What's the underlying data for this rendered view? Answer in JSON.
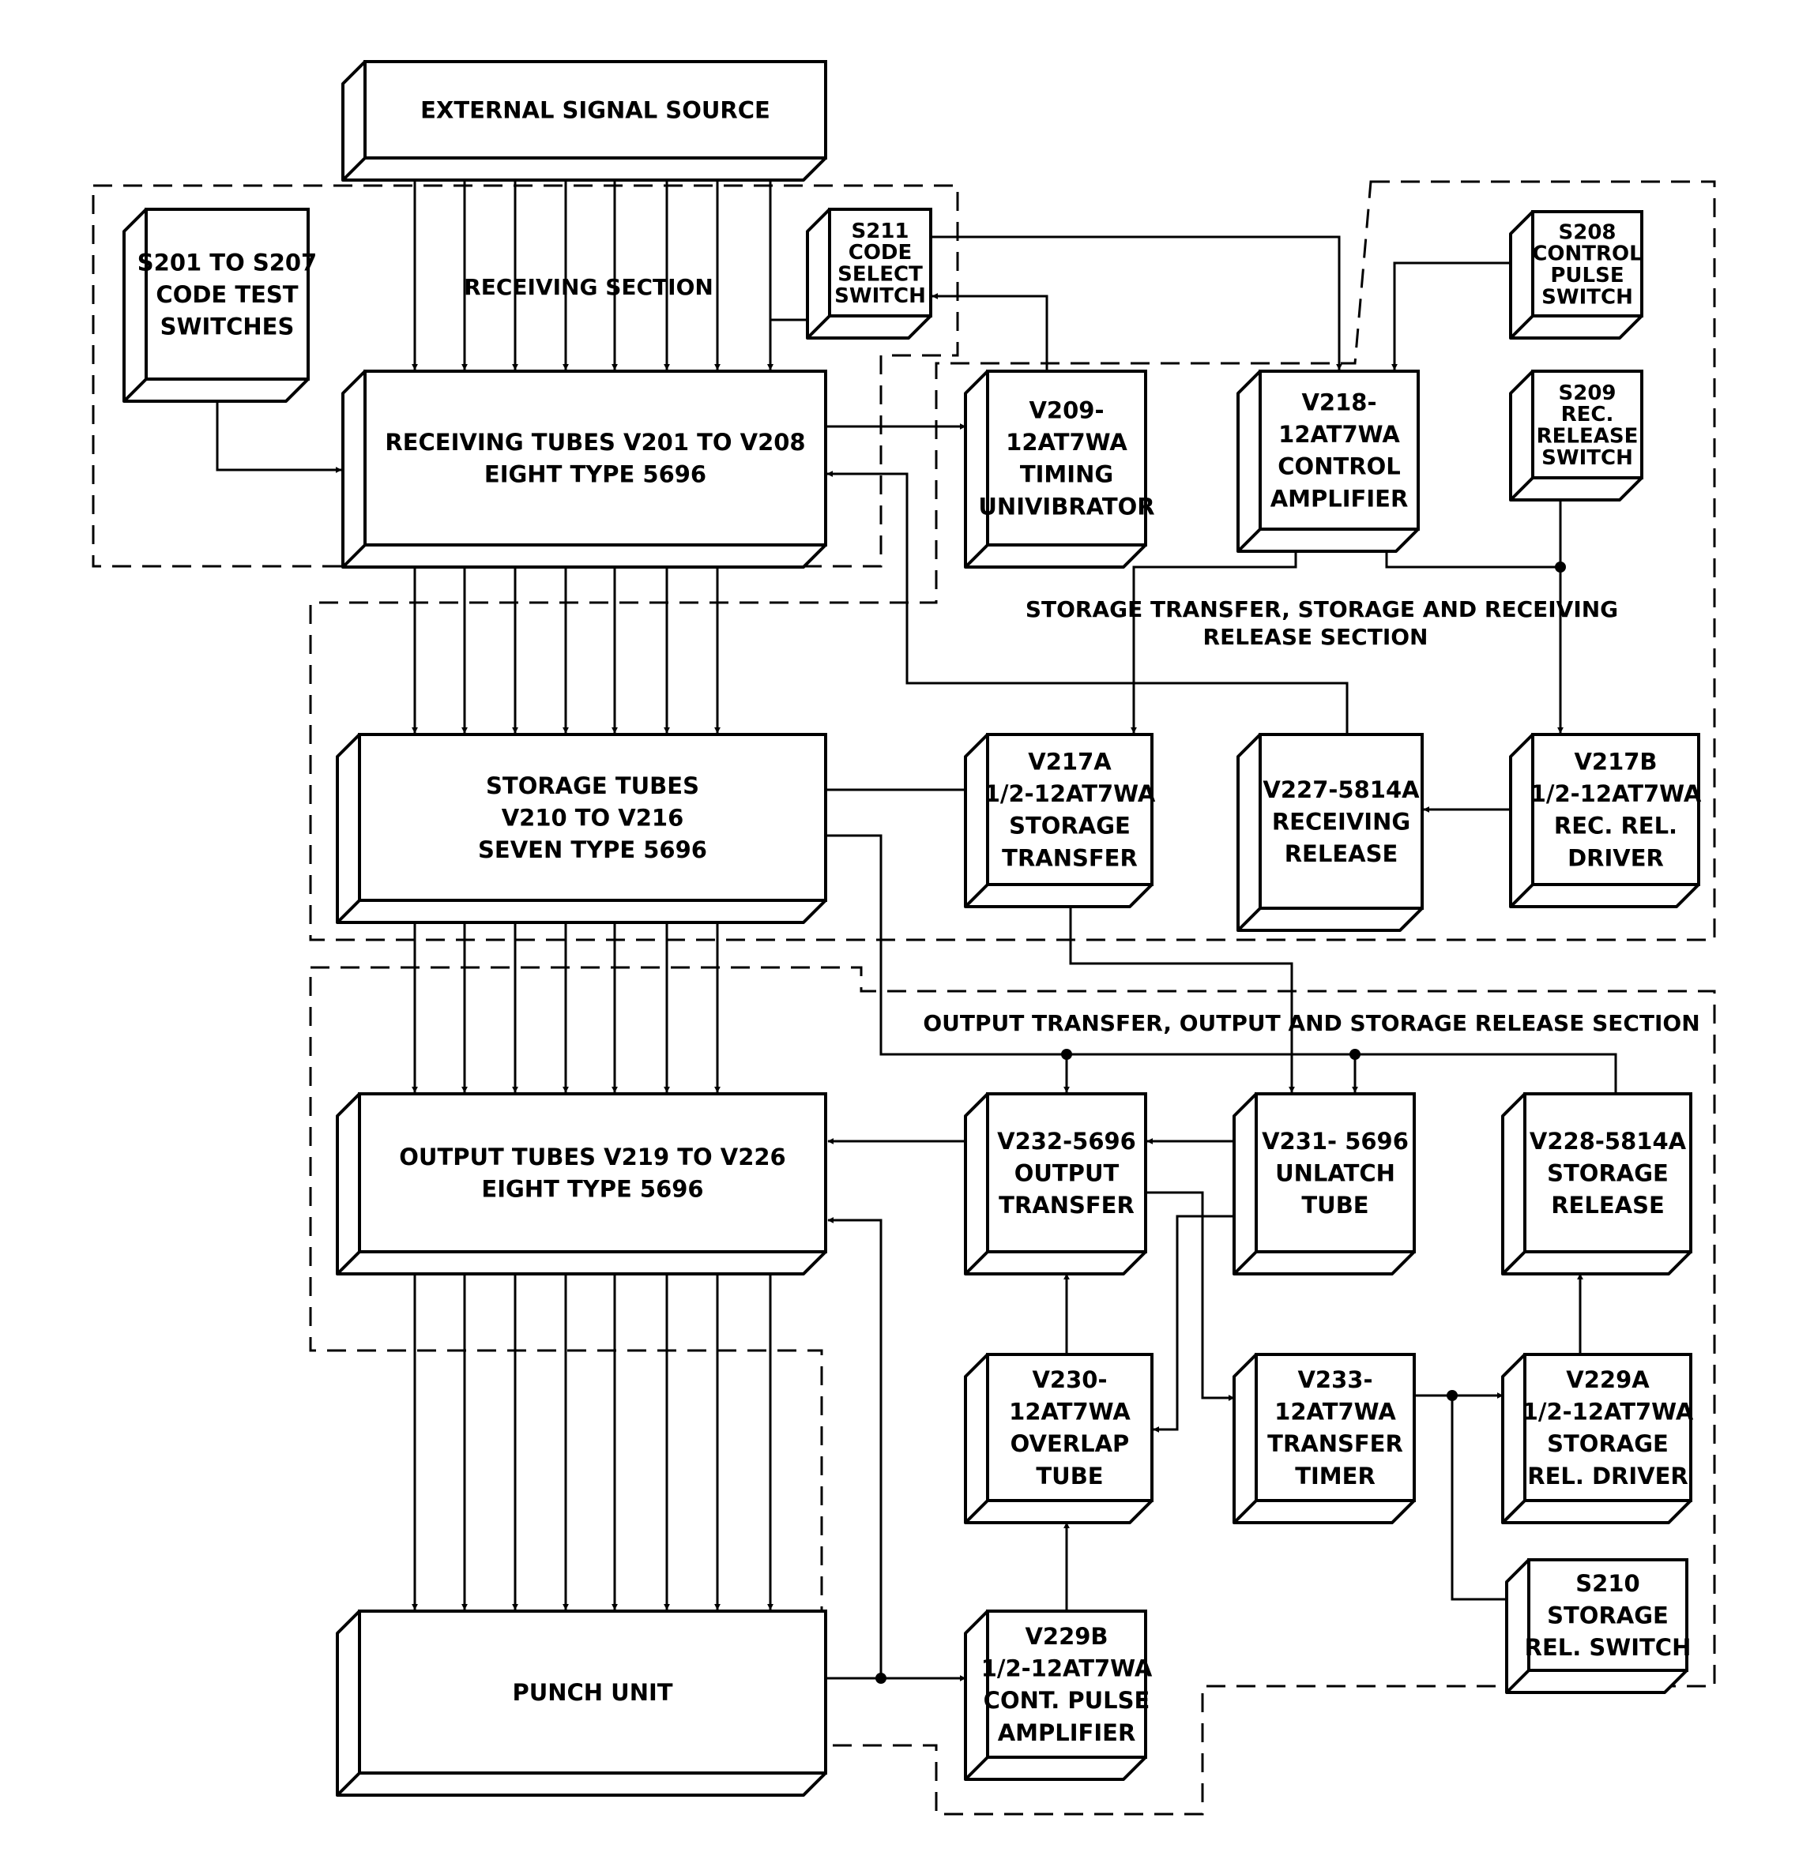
{
  "blocks": {
    "external_signal_source": [
      "EXTERNAL  SIGNAL  SOURCE"
    ],
    "code_test_switches": [
      "S201 TO S207",
      "CODE TEST",
      "SWITCHES"
    ],
    "code_select_switch": [
      "S211",
      "CODE",
      "SELECT",
      "SWITCH"
    ],
    "control_pulse_switch": [
      "S208",
      "CONTROL",
      "PULSE",
      "SWITCH"
    ],
    "receiving_tubes": [
      "RECEIVING  TUBES  V201  TO  V208",
      "EIGHT  TYPE  5696"
    ],
    "timing_univibrator": [
      "V209-",
      "12AT7WA",
      "TIMING",
      "UNIVIBRATOR"
    ],
    "control_amplifier": [
      "V218-",
      "12AT7WA",
      "CONTROL",
      "AMPLIFIER"
    ],
    "rec_release_switch": [
      "S209",
      "REC.",
      "RELEASE",
      "SWITCH"
    ],
    "storage_tubes": [
      "STORAGE  TUBES",
      "V210  TO  V216",
      "SEVEN  TYPE  5696"
    ],
    "storage_transfer": [
      "V217A",
      "1/2-12AT7WA",
      "STORAGE",
      "TRANSFER"
    ],
    "receiving_release": [
      "V227-5814A",
      "RECEIVING",
      "RELEASE"
    ],
    "rec_rel_driver": [
      "V217B",
      "1/2-12AT7WA",
      "REC. REL.",
      "DRIVER"
    ],
    "output_tubes": [
      "OUTPUT  TUBES  V219  TO  V226",
      "EIGHT  TYPE  5696"
    ],
    "output_transfer": [
      "V232-5696",
      "OUTPUT",
      "TRANSFER"
    ],
    "unlatch_tube": [
      "V231- 5696",
      "UNLATCH",
      "TUBE"
    ],
    "storage_release": [
      "V228-5814A",
      "STORAGE",
      "RELEASE"
    ],
    "overlap_tube": [
      "V230-",
      "12AT7WA",
      "OVERLAP",
      "TUBE"
    ],
    "transfer_timer": [
      "V233-",
      "12AT7WA",
      "TRANSFER",
      "TIMER"
    ],
    "storage_rel_driver": [
      "V229A",
      "1/2-12AT7WA",
      "STORAGE",
      "REL. DRIVER"
    ],
    "storage_rel_switch": [
      "S210",
      "STORAGE",
      "REL. SWITCH"
    ],
    "punch_unit": [
      "PUNCH  UNIT"
    ],
    "cont_pulse_amplifier": [
      "V229B",
      "1/2-12AT7WA",
      "CONT. PULSE",
      "AMPLIFIER"
    ]
  },
  "sections": {
    "receiving": "RECEIVING  SECTION",
    "storage_line1": "STORAGE  TRANSFER, STORAGE  AND  RECEIVING",
    "storage_line2": "RELEASE  SECTION",
    "output": "OUTPUT  TRANSFER,  OUTPUT  AND  STORAGE  RELEASE  SECTION"
  }
}
